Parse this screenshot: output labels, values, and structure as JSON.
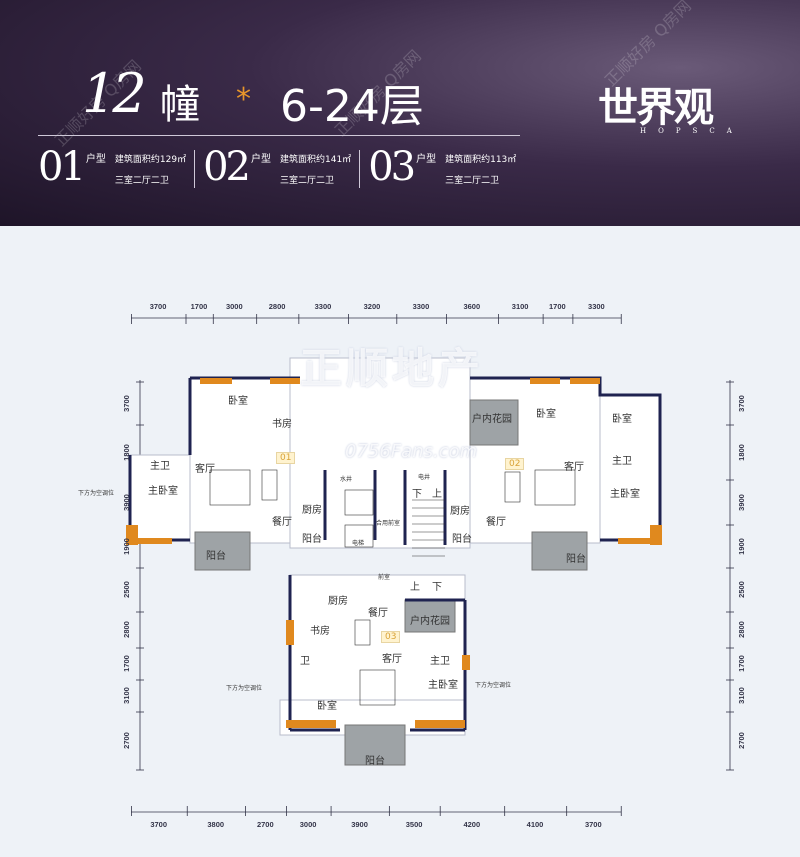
{
  "header": {
    "building_number": "12",
    "building_unit": "幢",
    "separator_symbol": "*",
    "floors": "6-24层",
    "logo": "世界观",
    "logo_en": "HOPSCA",
    "watermark": "正顺好房 Q房网",
    "unit_types": [
      {
        "code": "01",
        "label": "户型",
        "area": "建筑面积约129㎡",
        "rooms": "三室二厅二卫"
      },
      {
        "code": "02",
        "label": "户型",
        "area": "建筑面积约141㎡",
        "rooms": "三室二厅二卫"
      },
      {
        "code": "03",
        "label": "户型",
        "area": "建筑面积约113㎡",
        "rooms": "三室二厅二卫"
      }
    ]
  },
  "dimensions": {
    "top": [
      "3700",
      "1700",
      "3000",
      "2800",
      "3300",
      "3200",
      "3300",
      "3600",
      "3100",
      "1700",
      "3300"
    ],
    "bottom": [
      "3700",
      "3800",
      "2700",
      "3000",
      "3900",
      "3500",
      "4200",
      "4100",
      "3700"
    ],
    "left": [
      "3700",
      "1800",
      "3900",
      "1900",
      "2500",
      "2800",
      "1700",
      "3100",
      "2700"
    ],
    "right": [
      "3700",
      "1800",
      "3900",
      "1900",
      "2500",
      "2800",
      "1700",
      "3100",
      "2700"
    ]
  },
  "plan": {
    "watermark_cn": "正顺地产",
    "watermark_url": "0756Fans.com",
    "colors": {
      "wall": "#1f2350",
      "window": "#e0891e",
      "garden": "#9ea3a6",
      "floor": "#ffffff"
    },
    "unit01": {
      "badge": "01",
      "bedroom": "卧室",
      "study": "书房",
      "living": "客厅",
      "master_bath": "主卫",
      "master_bedroom": "主卧室",
      "dining": "餐厅",
      "kitchen": "厨房",
      "balcony": "阳台",
      "service_balcony": "阳台",
      "ac": "下方为空调位"
    },
    "core": {
      "water_well": "水井",
      "elec_well": "电井",
      "shared_lobby": "合用前室",
      "lobby": "前室",
      "up": "上",
      "down": "下",
      "elevator": "电梯"
    },
    "unit02": {
      "badge": "02",
      "garden": "户内花园",
      "bedroom1": "卧室",
      "bedroom2": "卧室",
      "master_bath": "主卫",
      "living": "客厅",
      "master_bedroom": "主卧室",
      "dining": "餐厅",
      "kitchen": "厨房",
      "service_balcony": "阳台",
      "balcony": "阳台"
    },
    "unit03": {
      "badge": "03",
      "kitchen": "厨房",
      "dining": "餐厅",
      "study": "书房",
      "garden": "户内花园",
      "living": "客厅",
      "bath": "卫",
      "master_bath": "主卫",
      "master_bedroom": "主卧室",
      "bedroom": "卧室",
      "balcony": "阳台",
      "ac_left": "下方为空调位",
      "ac_right": "下方为空调位"
    }
  }
}
